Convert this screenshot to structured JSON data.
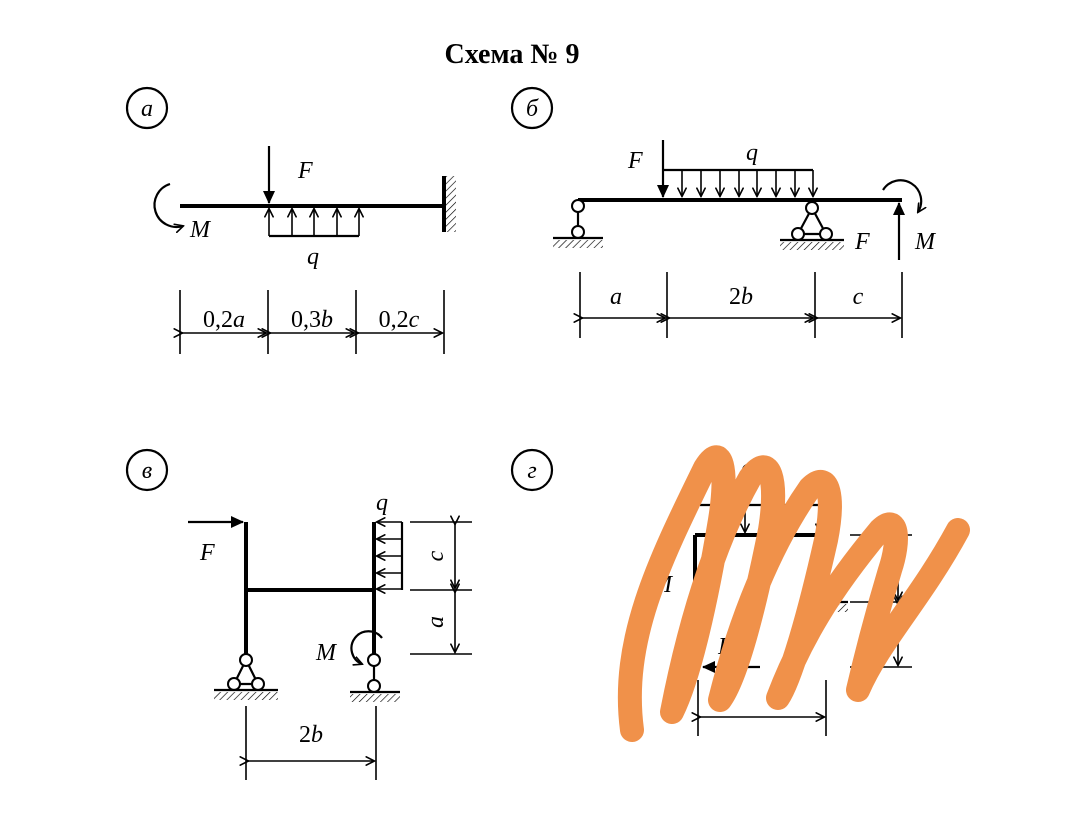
{
  "title": "Схема № 9",
  "panels": {
    "a": {
      "letter": "а",
      "F": "F",
      "q": "q",
      "M": "M",
      "dims": [
        "0,2",
        "a",
        "0,3",
        "b",
        "0,2",
        "c"
      ]
    },
    "b": {
      "letter": "б",
      "F_top": "F",
      "q": "q",
      "F_right": "F",
      "M": "M",
      "dims": [
        "a",
        "2",
        "b",
        "c"
      ]
    },
    "v": {
      "letter": "в",
      "F": "F",
      "q": "q",
      "M": "M",
      "dims": [
        "c",
        "a",
        "2",
        "b"
      ]
    },
    "g": {
      "letter": "г",
      "q": "q",
      "M": "M",
      "F": "F",
      "b": "b"
    }
  },
  "colors": {
    "ink": "#000000",
    "scribble": "#F0914A"
  }
}
